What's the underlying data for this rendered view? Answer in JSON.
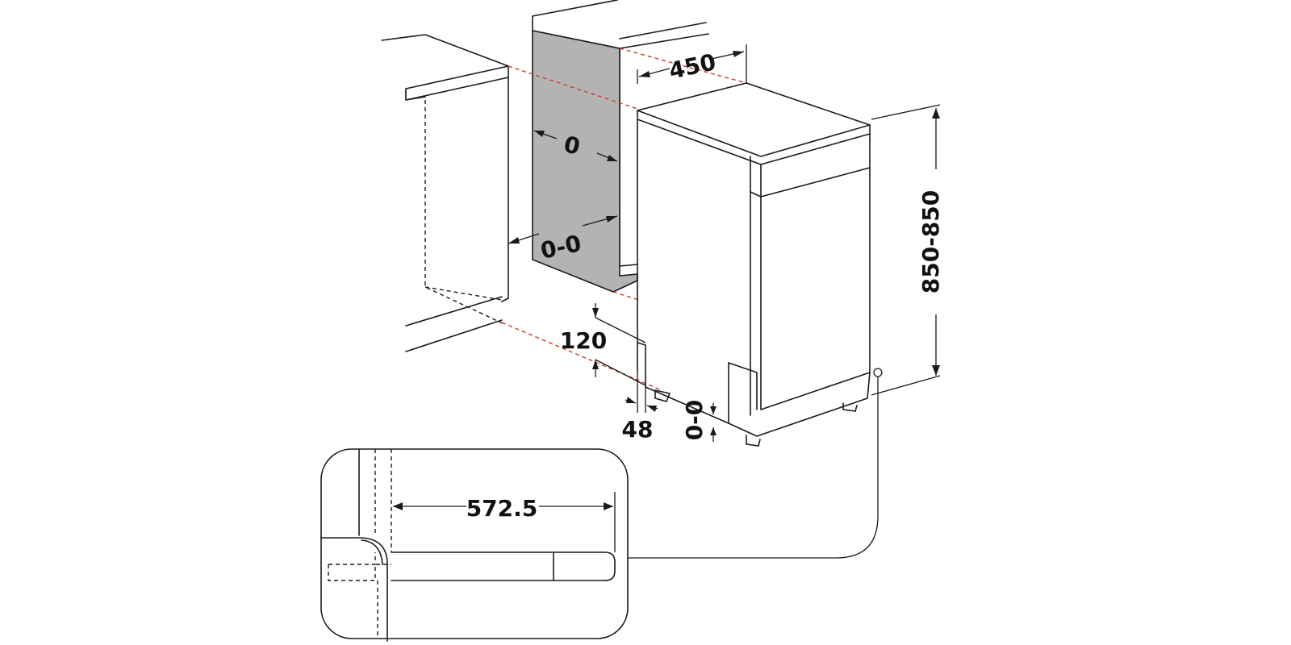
{
  "diagram": {
    "colors": {
      "line": "#1a1a1a",
      "panel_fill": "#b3b3b3",
      "guide_dashes": "#d23a2a",
      "background": "#ffffff"
    },
    "dimensions": {
      "width_top": "450",
      "side_gap": "0",
      "side_gap_range": "0-0",
      "height": "850-850",
      "plinth_height": "120",
      "foot_offset": "48",
      "foot_adjust": "0-0",
      "door_depth": "572.5"
    }
  }
}
